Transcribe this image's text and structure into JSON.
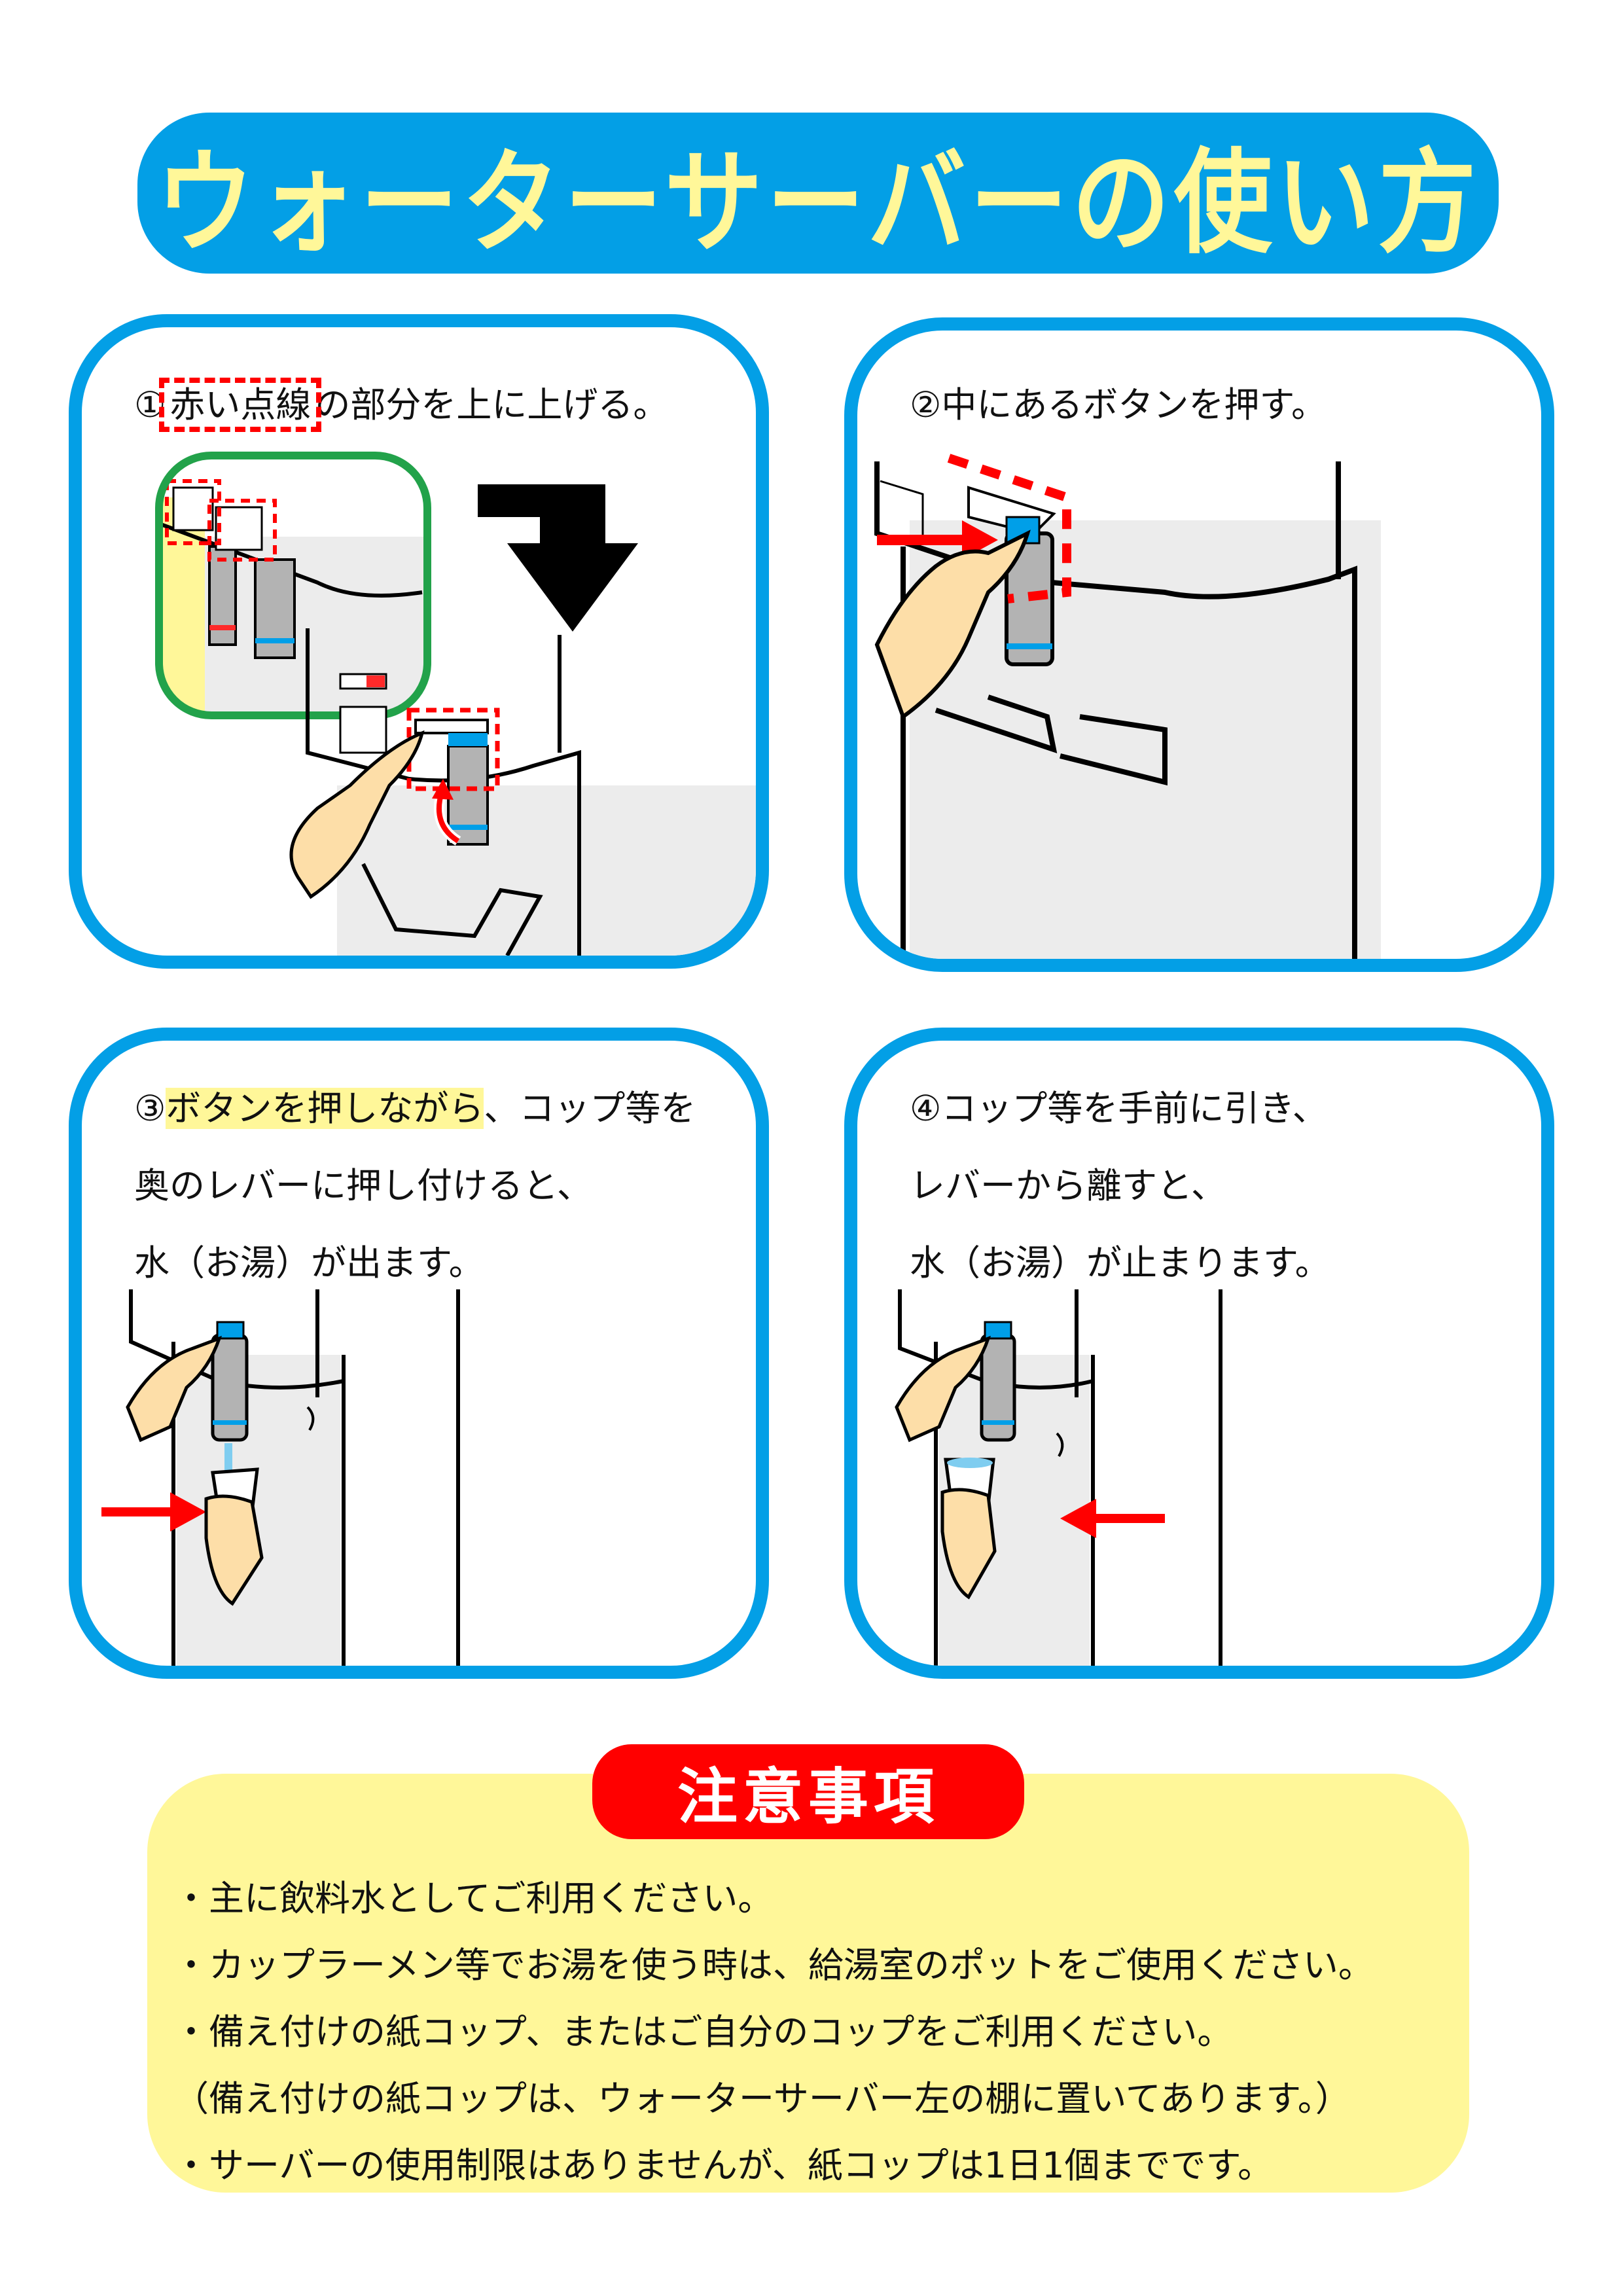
{
  "header": {
    "title": "ウォーターサーバーの使い方",
    "pill_color": "#039fe6",
    "title_color": "#fff799"
  },
  "steps": [
    {
      "number": "①",
      "lines": [
        {
          "highlight_dashed": "赤い点線",
          "rest": "の部分を上に上げる。"
        }
      ],
      "illustration": "hand-lifting-safety-lever-with-zoom-inset"
    },
    {
      "number": "②",
      "lines": [
        {
          "text": "中にあるボタンを押す。"
        }
      ],
      "illustration": "finger-pressing-blue-button"
    },
    {
      "number": "③",
      "lines": [
        {
          "highlight_yellow": "ボタンを押しながら",
          "rest": "、コップ等を"
        },
        {
          "text": "奥のレバーに押し付けると、"
        },
        {
          "text": "水（お湯）が出ます。"
        }
      ],
      "illustration": "cup-pushed-to-lever-water-flowing"
    },
    {
      "number": "④",
      "lines": [
        {
          "text": "コップ等を手前に引き、"
        },
        {
          "text": "レバーから離すと、"
        },
        {
          "text": "水（お湯）が止まります。"
        }
      ],
      "illustration": "cup-pulled-back-water-stopped"
    }
  ],
  "notice": {
    "heading": "注意事項",
    "items": [
      "・主に飲料水としてご利用ください。",
      "・カップラーメン等でお湯を使う時は、給湯室のポットをご使用ください。",
      "・備え付けの紙コップ、またはご自分のコップをご利用ください。",
      "（備え付けの紙コップは、ウォーターサーバー左の棚に置いてあります。）",
      "・サーバーの使用制限はありませんが、紙コップは1日1個までです。"
    ],
    "box_color": "#fff799",
    "badge_color": "#ff0000"
  },
  "colors": {
    "panel_border": "#039fe6",
    "dashed_highlight": "#ff0000",
    "skin": "#fddea8",
    "nozzle_gray": "#b3b3b3",
    "cold_blue": "#009fe8",
    "hot_red": "#ff2a2a",
    "inset_border": "#22a24a"
  }
}
